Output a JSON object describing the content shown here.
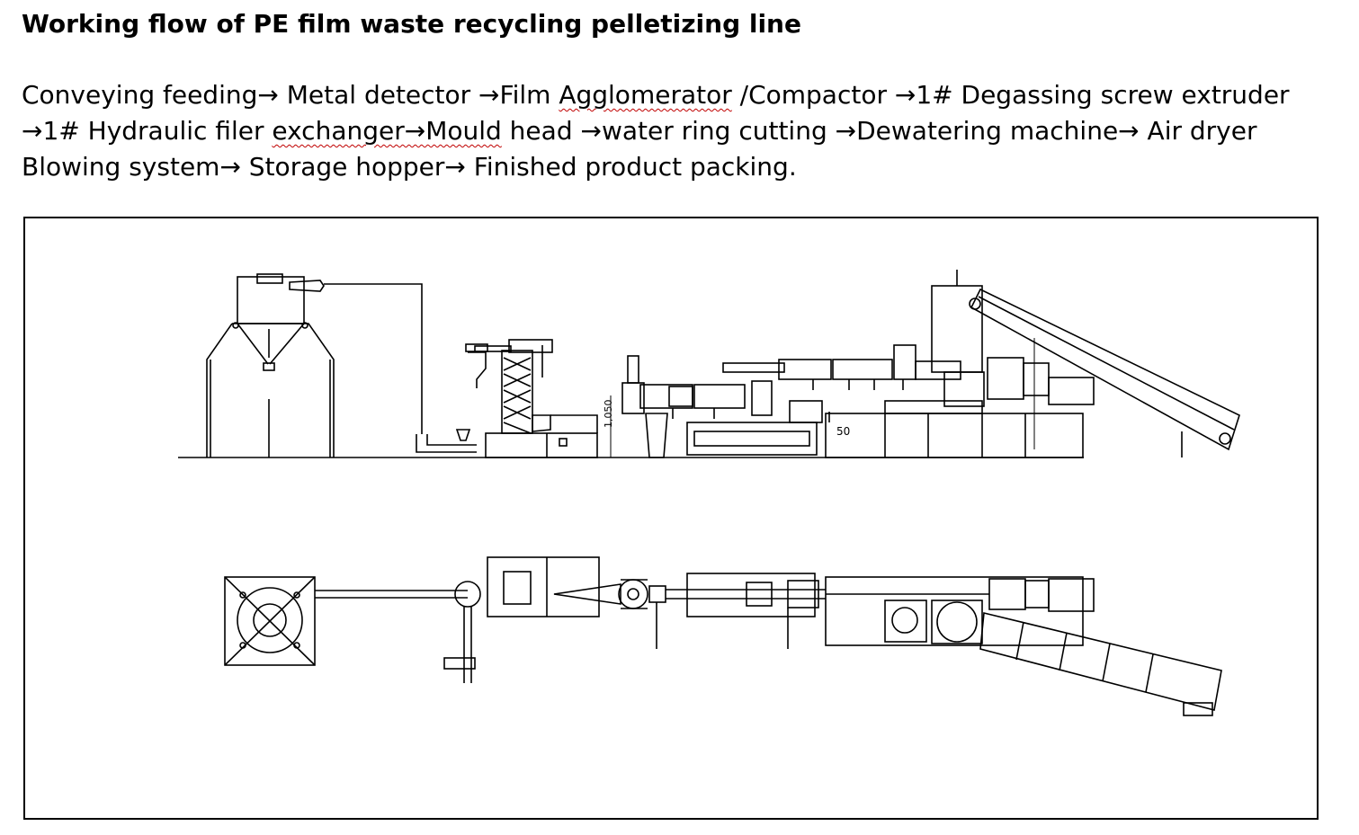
{
  "title": "Working flow of PE film waste recycling pelletizing line",
  "flow": {
    "line1_a": "Conveying feeding→ Metal detector →Film ",
    "line1_b": "Agglomerator",
    "line1_c": " /Compactor →1# Degassing screw extruder",
    "line2_a": "→1# Hydraulic filer ",
    "line2_b": "exchanger→Mould",
    "line2_c": " head →water ring cutting →Dewatering machine→ Air dryer",
    "line3": "Blowing system→ Storage hopper→ Finished product packing."
  },
  "drawing": {
    "dim_height": "1,050",
    "dim_small": "50"
  }
}
